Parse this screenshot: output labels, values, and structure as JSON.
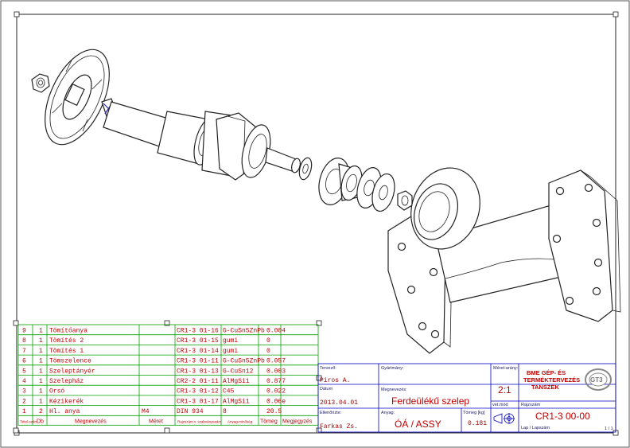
{
  "bom": {
    "headers": {
      "item": "Tétel-szám",
      "qty": "Db",
      "name": "Megnevezés",
      "size": "Méret",
      "drawing": "Rajzszám v. szabványszám",
      "material": "Anyag-minőség",
      "mass": "Tömeg",
      "note": "Megjegyzés"
    },
    "rows": [
      {
        "item": "9",
        "qty": "1",
        "name": "Tömítőanya",
        "size": "",
        "drawing": "CR1-3 01-16",
        "material": "G-CuSn5ZnPb",
        "mass": "0.004"
      },
      {
        "item": "8",
        "qty": "1",
        "name": "Tömítés 2",
        "size": "",
        "drawing": "CR1-3 01-15",
        "material": "gumi",
        "mass": "0"
      },
      {
        "item": "7",
        "qty": "1",
        "name": "Tömítés 1",
        "size": "",
        "drawing": "CR1-3 01-14",
        "material": "gumi",
        "mass": "0"
      },
      {
        "item": "6",
        "qty": "1",
        "name": "Tömszelence",
        "size": "",
        "drawing": "CR1-3 01-11",
        "material": "G-CuSn5ZnPb",
        "mass": "0.057"
      },
      {
        "item": "5",
        "qty": "1",
        "name": "Szeleptányér",
        "size": "",
        "drawing": "CR1-3 01-13",
        "material": "G-CuSn12",
        "mass": "0.003"
      },
      {
        "item": "4",
        "qty": "1",
        "name": "Szelepház",
        "size": "",
        "drawing": "CR2-2 01-11",
        "material": "AlMgSi1",
        "mass": "0.877"
      },
      {
        "item": "3",
        "qty": "1",
        "name": "Orsó",
        "size": "",
        "drawing": "CR1-3 01-12",
        "material": "C45",
        "mass": "0.022"
      },
      {
        "item": "2",
        "qty": "1",
        "name": "Kézikerék",
        "size": "",
        "drawing": "CR1-3 01-17",
        "material": "AlMgSi1",
        "mass": "0.06e"
      },
      {
        "item": "1",
        "qty": "2",
        "name": "Hl. anya",
        "size": "M4",
        "drawing": "DIN 934",
        "material": "8",
        "mass": "20.5"
      }
    ]
  },
  "title_block": {
    "designer_label": "Tervező:",
    "designer": "Piros A.",
    "date_label": "Dátum",
    "date": "2013.04.01",
    "checker_label": "Ellenőrizte:",
    "checker": "Farkas Zs.",
    "company_label": "Gyártmány:",
    "name_label": "Megnevezés:",
    "name": "Ferdeülékű szelep",
    "material_label": "Anyag:",
    "material": "ÓÁ / ASSY",
    "mass_label": "Tömeg [kg]",
    "mass": "0.181",
    "scale_label": "Méret-arány:",
    "scale": "2:1",
    "projection_label": "vet.mód",
    "org_line1": "BME GÉP- ÉS",
    "org_line2": "TERMÉKTERVEZÉS",
    "org_line3": "TANSZÉK",
    "org_logo": "GT3",
    "drawing_no_label": "Rajzszám",
    "drawing_no": "CR1-3 00-00",
    "sheet_label": "Lap / Lapszám",
    "sheet": "1 / 1"
  },
  "colors": {
    "bom_grid": "#00a000",
    "title_grid": "#0000c0",
    "text_red": "#c00000",
    "line": "#222222"
  }
}
